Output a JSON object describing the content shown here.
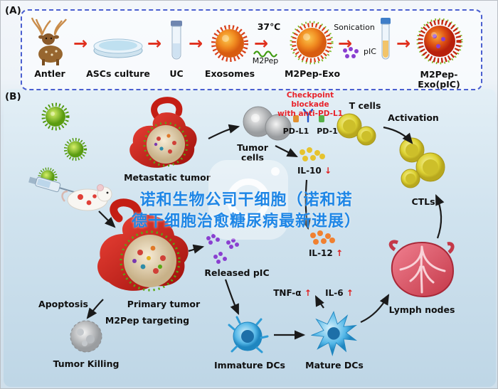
{
  "figure": {
    "panel_a_label": "(A)",
    "panel_b_label": "(B)"
  },
  "panel_a": {
    "antler": "Antler",
    "ascs_culture": "ASCs culture",
    "uc": "UC",
    "exosomes": "Exosomes",
    "temperature": "37℃",
    "m2pep": "M2Pep",
    "m2pep_exo": "M2Pep-Exo",
    "sonication": "Sonication",
    "pic": "pIC",
    "m2pep_exo_pic": "M2Pep-Exo(pIC)",
    "arrow": "→"
  },
  "panel_b": {
    "checkpoint_line1": "Checkpoint blockade",
    "checkpoint_line2": "with anti-PD-L1",
    "tumor_cells": "Tumor cells",
    "pd_l1": "PD-L1",
    "pd_1": "PD-1",
    "t_cells": "T cells",
    "activation": "Activation",
    "ctls": "CTLs",
    "metastatic_tumor": "Metastatic tumor",
    "il_10": "IL-10",
    "il_12": "IL-12",
    "tnf_alpha": "TNF-α",
    "il_6": "IL-6",
    "up_arrow": "↑",
    "down_arrow": "↓",
    "released_pic": "Released pIC",
    "primary_tumor": "Primary tumor",
    "m2pep_targeting": "M2Pep targeting",
    "apoptosis": "Apoptosis",
    "tumor_killing": "Tumor Killing",
    "immature_dcs": "Immature DCs",
    "mature_dcs": "Mature DCs",
    "lymph_nodes": "Lymph nodes"
  },
  "watermark": {
    "line1": "诺和生物公司干细胞（诺和诺",
    "line2": "德干细胞治愈糖尿病最新进展）"
  },
  "colors": {
    "red_accent": "#e02020",
    "checkpoint_red": "#e8222a",
    "watermark_blue": "#1e86e6",
    "panel_border_blue": "#4a5fd0"
  }
}
